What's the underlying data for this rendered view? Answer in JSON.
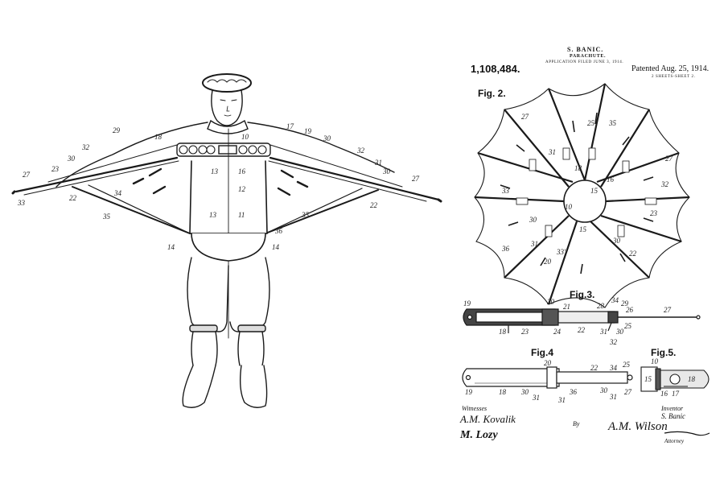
{
  "patent": {
    "inventor_header": "S. BANIC.",
    "title": "PARACHUTE.",
    "application": "APPLICATION FILED JUNE 3, 1914.",
    "number": "1,108,484.",
    "patented": "Patented Aug. 25, 1914.",
    "sheets": "2 SHEETS-SHEET 2."
  },
  "figures": {
    "fig2": "Fig. 2.",
    "fig3": "Fig.3.",
    "fig4": "Fig.4",
    "fig5": "Fig.5."
  },
  "fig1_labels": {
    "l1": "27",
    "l2": "33",
    "l3": "22",
    "l4": "23",
    "l5": "30",
    "l6": "32",
    "l7": "29",
    "l8": "18",
    "l9": "10",
    "l10": "13",
    "l11": "16",
    "l12": "12",
    "l13": "11",
    "l14": "17",
    "l15": "19",
    "l16": "30",
    "l17": "32",
    "l18": "31",
    "l19": "30",
    "l20": "27",
    "l21": "22",
    "l22": "34",
    "l23": "35",
    "l24": "35",
    "l25": "36",
    "l26": "14",
    "l27": "14",
    "l28": "13"
  },
  "fig2_labels": {
    "a": "27",
    "b": "25",
    "c": "35",
    "d": "27",
    "e": "31",
    "f": "18",
    "g": "16",
    "h": "15",
    "i": "10",
    "j": "33",
    "k": "32",
    "l": "30",
    "m": "36",
    "n": "31",
    "o": "20",
    "p": "33'",
    "q": "15",
    "r": "30",
    "s": "22",
    "t": "23"
  },
  "fig3_labels": {
    "a": "19",
    "b": "20",
    "c": "21",
    "d": "28",
    "e": "34",
    "f": "29",
    "g": "26",
    "h": "27",
    "i": "18",
    "j": "23",
    "k": "24",
    "l": "22",
    "m": "31",
    "n": "30",
    "o": "25",
    "p": "32"
  },
  "fig4_labels": {
    "a": "20",
    "b": "22",
    "c": "34",
    "d": "25",
    "e": "19",
    "f": "18",
    "g": "30",
    "h": "31",
    "i": "36",
    "j": "31",
    "k": "30",
    "l": "31",
    "m": "27"
  },
  "fig5_labels": {
    "a": "10",
    "b": "15",
    "c": "18",
    "d": "16",
    "e": "17"
  },
  "signatures": {
    "witnesses_label": "Witnesses",
    "witness1": "A.M. Kovalik",
    "witness2": "M. Lozy",
    "inventor_label": "Inventor",
    "inventor": "S. Banic",
    "by": "By",
    "attorney_signature": "A.M. Wilson",
    "attorney_label": "Attorney"
  }
}
